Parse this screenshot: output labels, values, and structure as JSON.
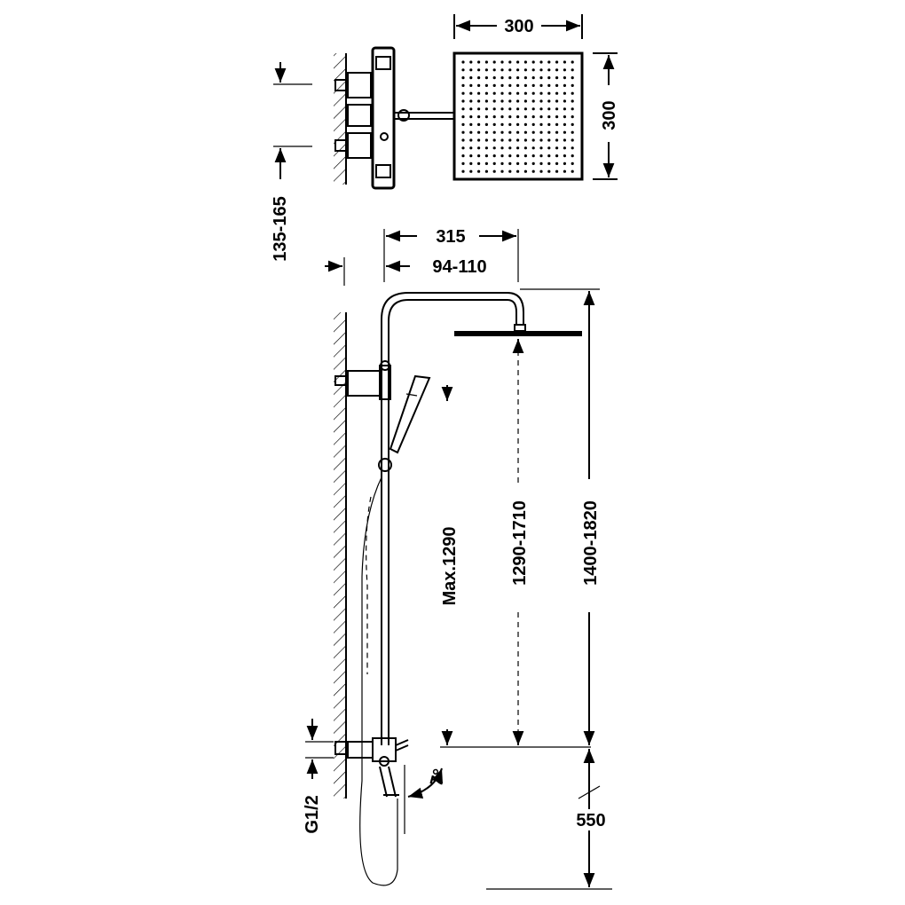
{
  "dimensions": {
    "head_width": "300",
    "head_depth": "300",
    "wall_offset": "135-165",
    "arm_reach": "315",
    "bar_offset": "94-110",
    "hand_height": "Max.1290",
    "head_height_range": "1290-1710",
    "total_height_range": "1400-1820",
    "inlet_thread": "G1/2",
    "inlet_height": "550",
    "tilt_angle": "7°"
  }
}
